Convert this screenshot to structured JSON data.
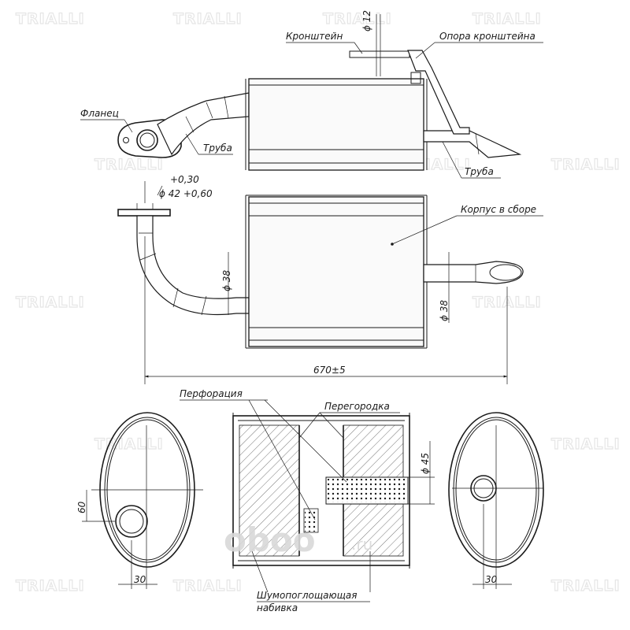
{
  "watermark": "TRIALLI",
  "labels": {
    "bracket": "Кронштейн",
    "bracket_support": "Опора кронштейна",
    "flange": "Фланец",
    "pipe_front": "Труба",
    "pipe_rear": "Труба",
    "housing": "Корпус в сборе",
    "perforation": "Перфорация",
    "partition": "Перегородка",
    "packing_line1": "Шумопоглощающая",
    "packing_line2": "набивка"
  },
  "dimensions": {
    "bracket_dia": "ϕ 12",
    "flange_tol_upper": "+0,30",
    "flange_dia": "ϕ 42 +0,60",
    "inlet_dia": "ϕ 38",
    "outlet_dia": "ϕ 38",
    "overall_length": "670±5",
    "inner_pipe_dia": "ϕ 45",
    "left_height": "60",
    "left_offset": "30",
    "right_offset": "30"
  },
  "logo": {
    "brand": "oboo",
    "suffix": ".ru"
  },
  "colors": {
    "line": "#1a1a1a",
    "watermark": "#e6e6e6",
    "logo": "#d9d9d9"
  }
}
